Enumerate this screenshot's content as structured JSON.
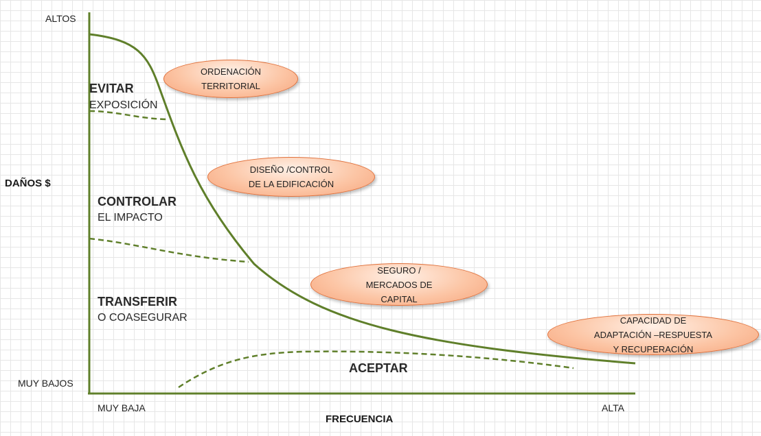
{
  "axes": {
    "y_top": "ALTOS",
    "y_bottom": "MUY BAJOS",
    "y_title": "DAÑOS $",
    "x_left": "MUY BAJA",
    "x_right": "ALTA",
    "x_title": "FRECUENCIA"
  },
  "zones": {
    "avoid": {
      "title": "EVITAR",
      "sub": "EXPOSICIÓN"
    },
    "control": {
      "title": "CONTROLAR",
      "sub": "EL IMPACTO"
    },
    "transfer": {
      "title": "TRANSFERIR",
      "sub": "O COASEGURAR"
    },
    "accept": {
      "title": "ACEPTAR"
    }
  },
  "measures": [
    {
      "lines": [
        "ORDENACIÓN",
        "TERRITORIAL"
      ]
    },
    {
      "lines": [
        "DISEÑO /CONTROL",
        "DE LA EDIFICACIÓN"
      ]
    },
    {
      "lines": [
        "SEGURO /",
        "MERCADOS DE",
        "CAPITAL"
      ]
    },
    {
      "lines": [
        "CAPACIDAD DE",
        "ADAPTACIÓN –RESPUESTA",
        "Y RECUPERACIÓN"
      ]
    }
  ],
  "colors": {
    "curve": "#5f7f2a",
    "axis": "#5f7f2a",
    "ellipse_border": "#e0703a",
    "ellipse_fill": "#fcc6a6"
  }
}
